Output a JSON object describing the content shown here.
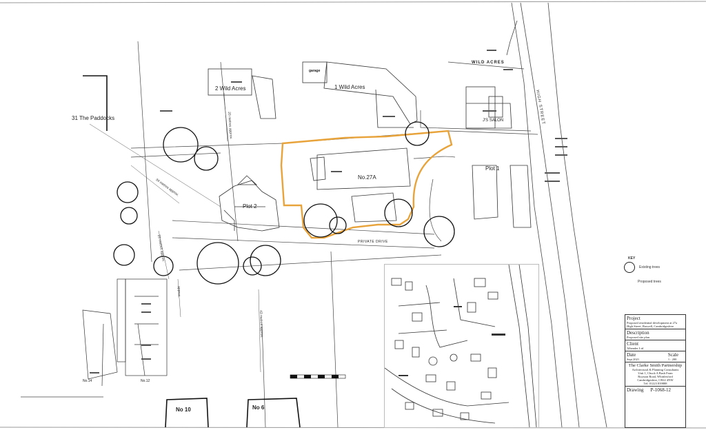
{
  "labels": {
    "paddocks": "31 The Paddocks",
    "wild_acres_2": "2 Wild Acres",
    "wild_acres_1": "1 Wild Acres",
    "wild_acres_road": "WILD ACRES",
    "high_street": "HIGH STREET",
    "salon": "J'S SALON",
    "no27a": "No.27A",
    "plot1": "Plot 1",
    "plot2": "Plot 2",
    "private_drive": "PRIVATE DRIVE",
    "no10": "No 10",
    "no6": "No 6",
    "no14": "No.14",
    "no12": "No.12",
    "garage": "garage",
    "dim_20m": "20 metres approx.",
    "dim_34m": "34 metres approx.",
    "dim_23m": "23 metres approx.",
    "dim_43m": "43 metres approx.",
    "dim_gen": "approx."
  },
  "key": {
    "title": "KEY",
    "existing": "Existing trees",
    "proposed": "Proposed trees"
  },
  "title_block": {
    "project_hd": "Project",
    "project_v": "Proposed residential development at 27a High Street, Barwell, Cambridgeshire",
    "description_hd": "Description",
    "description_v": "Proposed site plan",
    "client_hd": "Client",
    "client_v": "Albender Ltd",
    "date_hd": "Date",
    "date_v": "Sept 2021",
    "scale_hd": "Scale",
    "scale_v": "1 : 200",
    "firm": "The Clarke Smith Partnership",
    "firm_sub": "Architectural & Planning Consultants",
    "addr1": "Unit 1, Chuck A Bush Farm",
    "addr2": "Royston Road, Whittlesford",
    "addr3": "Cambridgeshire, CB22 4NW",
    "tel": "Tel: 01223 839888",
    "drawing_hd": "Drawing",
    "drawing_v": "P-1068-12"
  },
  "colors": {
    "boundary": "#e8a33a",
    "ink": "#222222",
    "tree": "#111111"
  }
}
